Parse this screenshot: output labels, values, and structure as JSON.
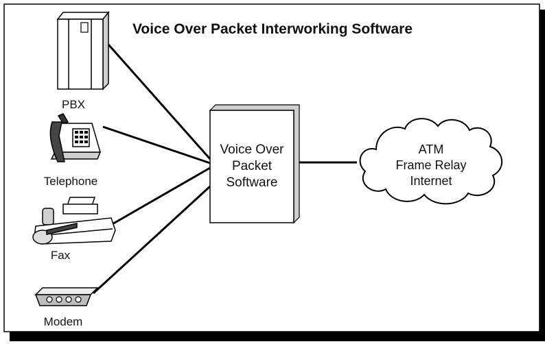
{
  "diagram": {
    "title": "Voice Over Packet Interworking Software",
    "devices": [
      {
        "label": "PBX",
        "icon": "pbx-icon"
      },
      {
        "label": "Telephone",
        "icon": "telephone-icon"
      },
      {
        "label": "Fax",
        "icon": "fax-icon"
      },
      {
        "label": "Modem",
        "icon": "modem-icon"
      }
    ],
    "center_box": {
      "lines": [
        "Voice Over",
        "Packet",
        "Software"
      ]
    },
    "network_cloud": {
      "lines": [
        "ATM",
        "Frame Relay",
        "Internet"
      ]
    },
    "colors": {
      "stroke": "#000000",
      "background": "#ffffff"
    }
  }
}
